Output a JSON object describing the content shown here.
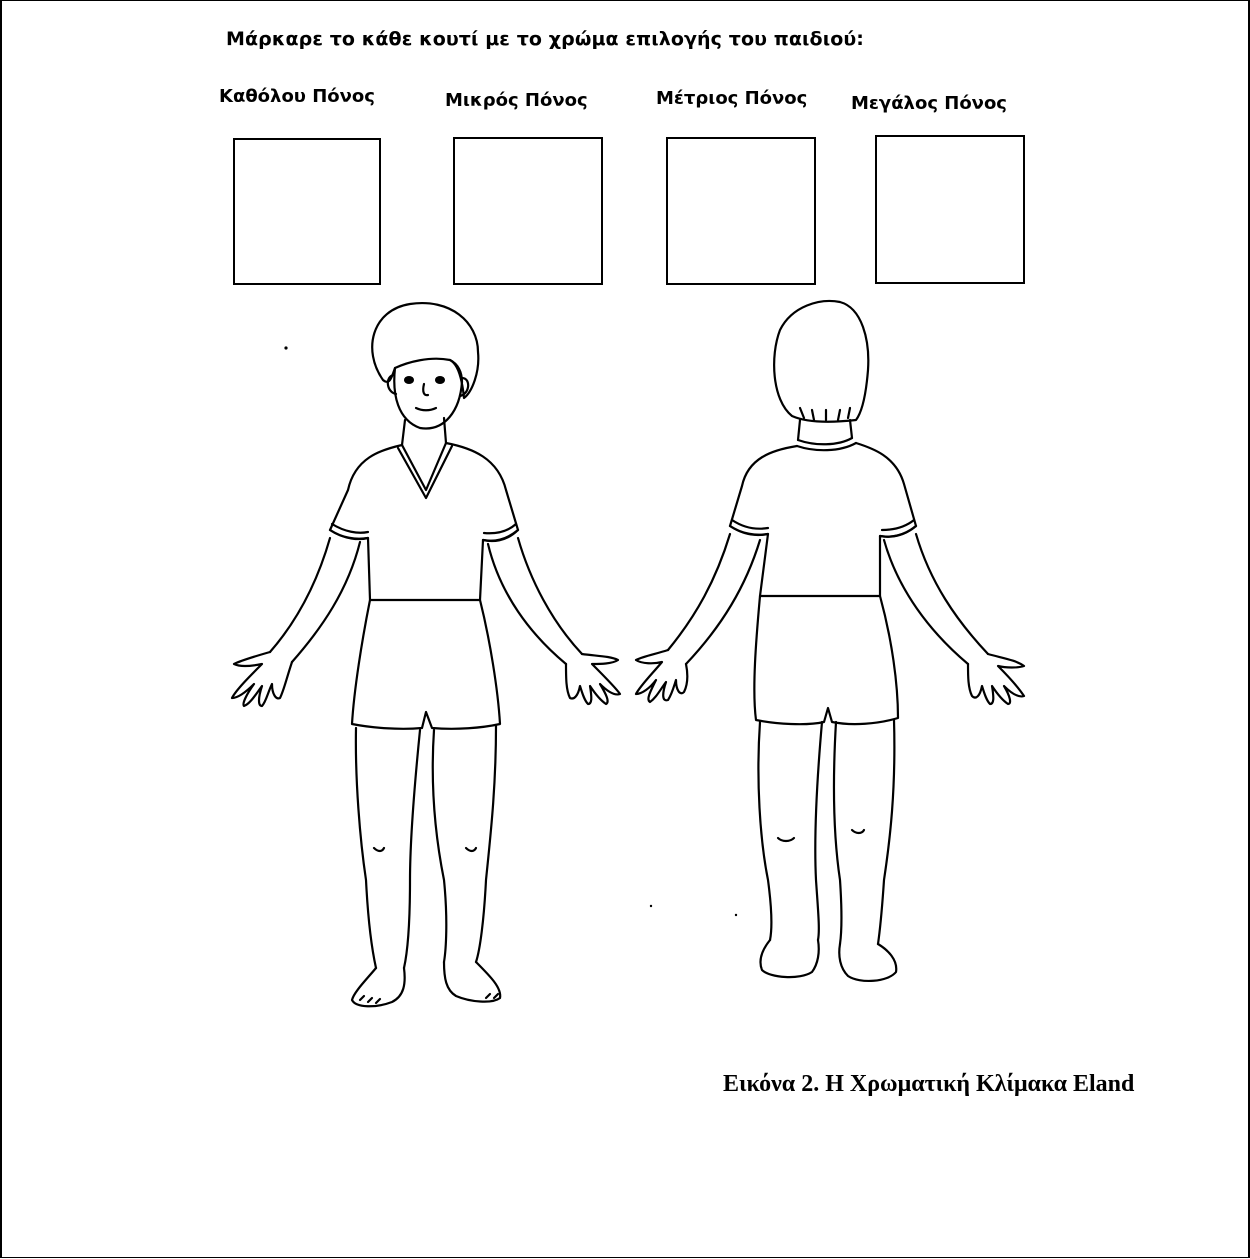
{
  "instruction": "Μάρκαρε το κάθε κουτί με το χρώμα επιλογής του παιδιού:",
  "scale_labels": [
    "Καθόλου Πόνος",
    "Μικρός Πόνος",
    "Μέτριος Πόνος",
    "Μεγάλος Πόνος"
  ],
  "caption": "Εικόνα 2. Η Χρωματική Κλίμακα Eland"
}
